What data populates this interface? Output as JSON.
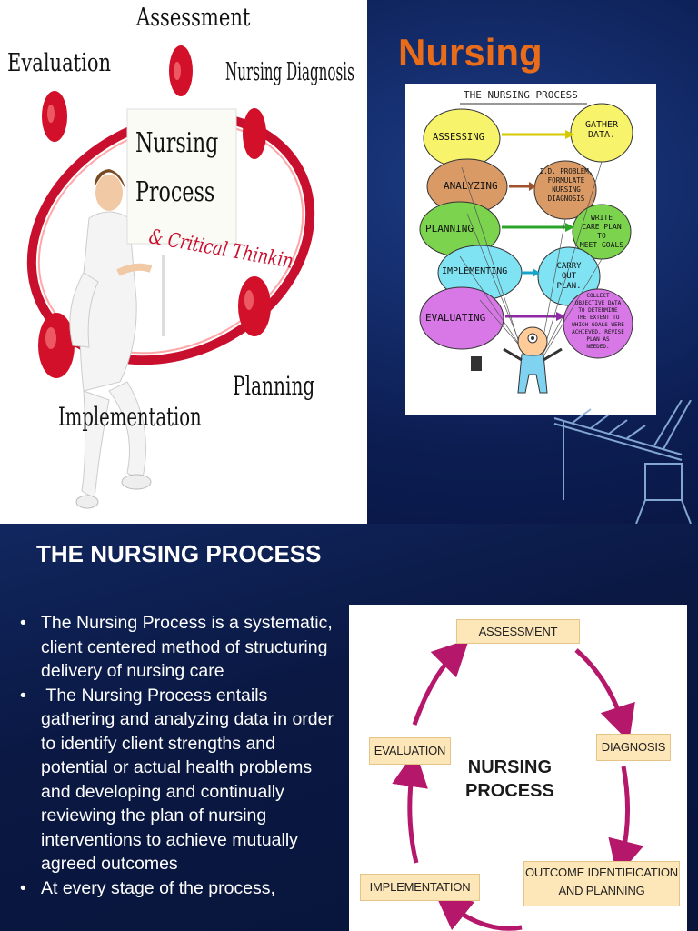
{
  "top_slide": {
    "heading": "Nursing",
    "left_image": {
      "labels": {
        "assessment": "Assessment",
        "evaluation": "Evaluation",
        "diagnosis": "Nursing Diagnosis",
        "center_line1": "Nursing",
        "center_line2": "Process",
        "critical": "& Critical Thinking",
        "planning": "Planning",
        "implementation": "Implementation"
      },
      "ring_color": "#c8102e"
    },
    "cartoon": {
      "title": "THE NURSING PROCESS",
      "left_bubbles": [
        "ASSESSING",
        "ANALYZING",
        "PLANNING",
        "IMPLEMENTING",
        "EVALUATING"
      ],
      "right_bubbles": [
        [
          "GATHER",
          "DATA."
        ],
        [
          "I.D. PROBLEM,",
          "FORMULATE",
          "NURSING",
          "DIAGNOSIS"
        ],
        [
          "WRITE",
          "CARE PLAN",
          "TO",
          "MEET GOALS"
        ],
        [
          "CARRY",
          "OUT",
          "PLAN."
        ],
        [
          "COLLECT",
          "OBJECTIVE DATA",
          "TO DETERMINE",
          "THE EXTENT TO",
          "WHICH GOALS WERE",
          "ACHIEVED. REVISE",
          "PLAN AS",
          "NEEDED."
        ]
      ]
    }
  },
  "bottom_slide": {
    "title": "THE NURSING PROCESS",
    "bullets": [
      "The Nursing Process is a systematic, client centered method of structuring delivery of nursing care",
      " The Nursing Process entails gathering and analyzing data in order to identify client strengths and potential or actual health problems and developing and continually reviewing the plan of nursing interventions to achieve mutually agreed outcomes",
      "At every stage of the process,"
    ],
    "cycle": {
      "center_line1": "NURSING",
      "center_line2": "PROCESS",
      "assessment": "ASSESSMENT",
      "diagnosis": "DIAGNOSIS",
      "outcome_line1": "OUTCOME IDENTIFICATION",
      "outcome_line2": "AND PLANNING",
      "implementation": "IMPLEMENTATION",
      "evaluation": "EVALUATION",
      "arrow_color": "#b5176b",
      "box_color": "#fde6b7"
    }
  }
}
